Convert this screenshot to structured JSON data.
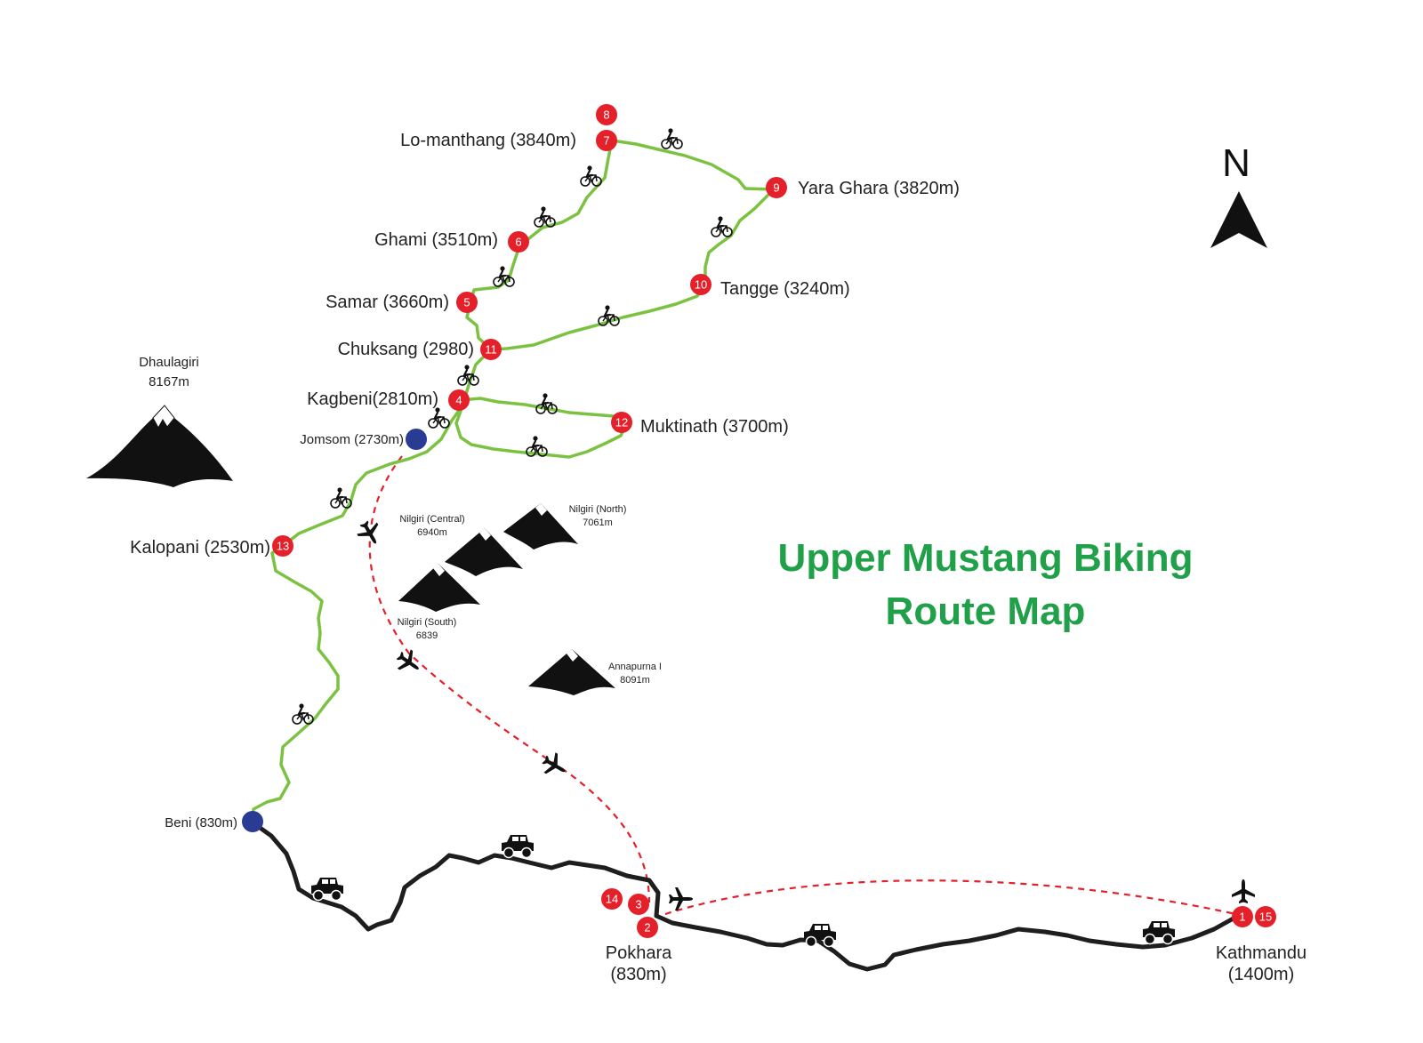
{
  "map": {
    "title_line1": "Upper Mustang Biking",
    "title_line2": "Route Map",
    "north_label": "N",
    "colors": {
      "bike_route": "#7cc242",
      "jeep_route": "#1e1e1e",
      "flight_route": "#e4202a",
      "stop_marker": "#e4202a",
      "waypoint_marker": "#2a3b93",
      "title": "#21a04a"
    },
    "stops": [
      {
        "id": "lo-manthang",
        "label": "Lo-manthang (3840m)",
        "badges": [
          "8",
          "7"
        ]
      },
      {
        "id": "yara-ghara",
        "label": "Yara Ghara (3820m)",
        "badges": [
          "9"
        ]
      },
      {
        "id": "ghami",
        "label": "Ghami (3510m)",
        "badges": [
          "6"
        ]
      },
      {
        "id": "tangge",
        "label": "Tangge (3240m)",
        "badges": [
          "10"
        ]
      },
      {
        "id": "samar",
        "label": "Samar (3660m)",
        "badges": [
          "5"
        ]
      },
      {
        "id": "chuksang",
        "label": "Chuksang (2980)",
        "badges": [
          "11"
        ]
      },
      {
        "id": "kagbeni",
        "label": "Kagbeni(2810m)",
        "badges": [
          "4"
        ]
      },
      {
        "id": "muktinath",
        "label": "Muktinath (3700m)",
        "badges": [
          "12"
        ]
      },
      {
        "id": "kalopani",
        "label": "Kalopani (2530m)",
        "badges": [
          "13"
        ]
      },
      {
        "id": "pokhara",
        "label_line1": "Pokhara",
        "label_line2": "(830m)",
        "badges": [
          "14",
          "3",
          "2"
        ]
      },
      {
        "id": "kathmandu",
        "label_line1": "Kathmandu",
        "label_line2": "(1400m)",
        "badges": [
          "1",
          "15"
        ]
      }
    ],
    "waypoints": [
      {
        "id": "jomsom",
        "label": "Jomsom (2730m)"
      },
      {
        "id": "beni",
        "label": "Beni (830m)"
      }
    ],
    "mountains": [
      {
        "id": "dhaulagiri",
        "name": "Dhaulagiri",
        "height": "8167m"
      },
      {
        "id": "nilgiri-north",
        "name": "Nilgiri (North)",
        "height": "7061m"
      },
      {
        "id": "nilgiri-central",
        "name": "Nilgiri (Central)",
        "height": "6940m"
      },
      {
        "id": "nilgiri-south",
        "name": "Nilgiri (South)",
        "height": "6839"
      },
      {
        "id": "annapurna-1",
        "name": "Annapurna I",
        "height": "8091m"
      }
    ],
    "route_icons": {
      "bike": "bicycle-icon",
      "jeep": "jeep-icon",
      "flight": "airplane-icon",
      "north": "north-arrow-icon"
    }
  }
}
